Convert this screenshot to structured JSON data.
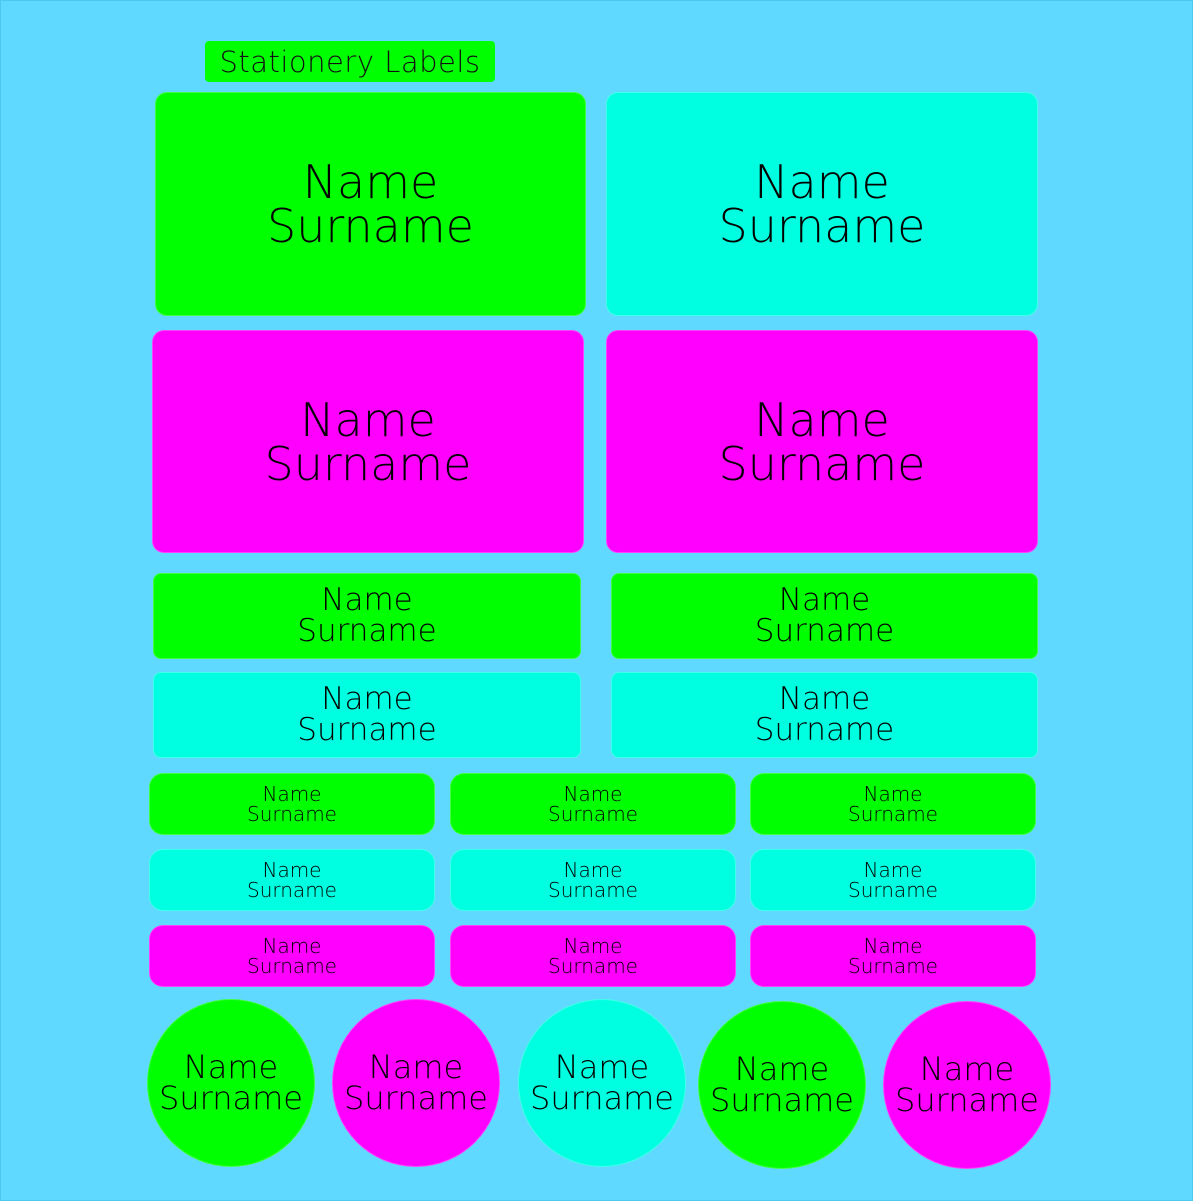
{
  "title": "Stationery Labels",
  "colors": {
    "background": "#5fd9ff",
    "green": "#00ff00",
    "cyan": "#00ffe0",
    "magenta": "#ff00ff"
  },
  "labels": {
    "large": [
      {
        "name": "Name",
        "surname": "Surname",
        "color": "green"
      },
      {
        "name": "Name",
        "surname": "Surname",
        "color": "cyan"
      },
      {
        "name": "Name",
        "surname": "Surname",
        "color": "magenta"
      },
      {
        "name": "Name",
        "surname": "Surname",
        "color": "magenta"
      }
    ],
    "medium": [
      {
        "name": "Name",
        "surname": "Surname",
        "color": "green"
      },
      {
        "name": "Name",
        "surname": "Surname",
        "color": "green"
      },
      {
        "name": "Name",
        "surname": "Surname",
        "color": "cyan"
      },
      {
        "name": "Name",
        "surname": "Surname",
        "color": "cyan"
      }
    ],
    "small": [
      {
        "name": "Name",
        "surname": "Surname",
        "color": "green"
      },
      {
        "name": "Name",
        "surname": "Surname",
        "color": "green"
      },
      {
        "name": "Name",
        "surname": "Surname",
        "color": "green"
      },
      {
        "name": "Name",
        "surname": "Surname",
        "color": "cyan"
      },
      {
        "name": "Name",
        "surname": "Surname",
        "color": "cyan"
      },
      {
        "name": "Name",
        "surname": "Surname",
        "color": "cyan"
      },
      {
        "name": "Name",
        "surname": "Surname",
        "color": "magenta"
      },
      {
        "name": "Name",
        "surname": "Surname",
        "color": "magenta"
      },
      {
        "name": "Name",
        "surname": "Surname",
        "color": "magenta"
      }
    ],
    "round": [
      {
        "name": "Name",
        "surname": "Surname",
        "color": "green"
      },
      {
        "name": "Name",
        "surname": "Surname",
        "color": "magenta"
      },
      {
        "name": "Name",
        "surname": "Surname",
        "color": "cyan"
      },
      {
        "name": "Name",
        "surname": "Surname",
        "color": "green"
      },
      {
        "name": "Name",
        "surname": "Surname",
        "color": "magenta"
      }
    ]
  }
}
